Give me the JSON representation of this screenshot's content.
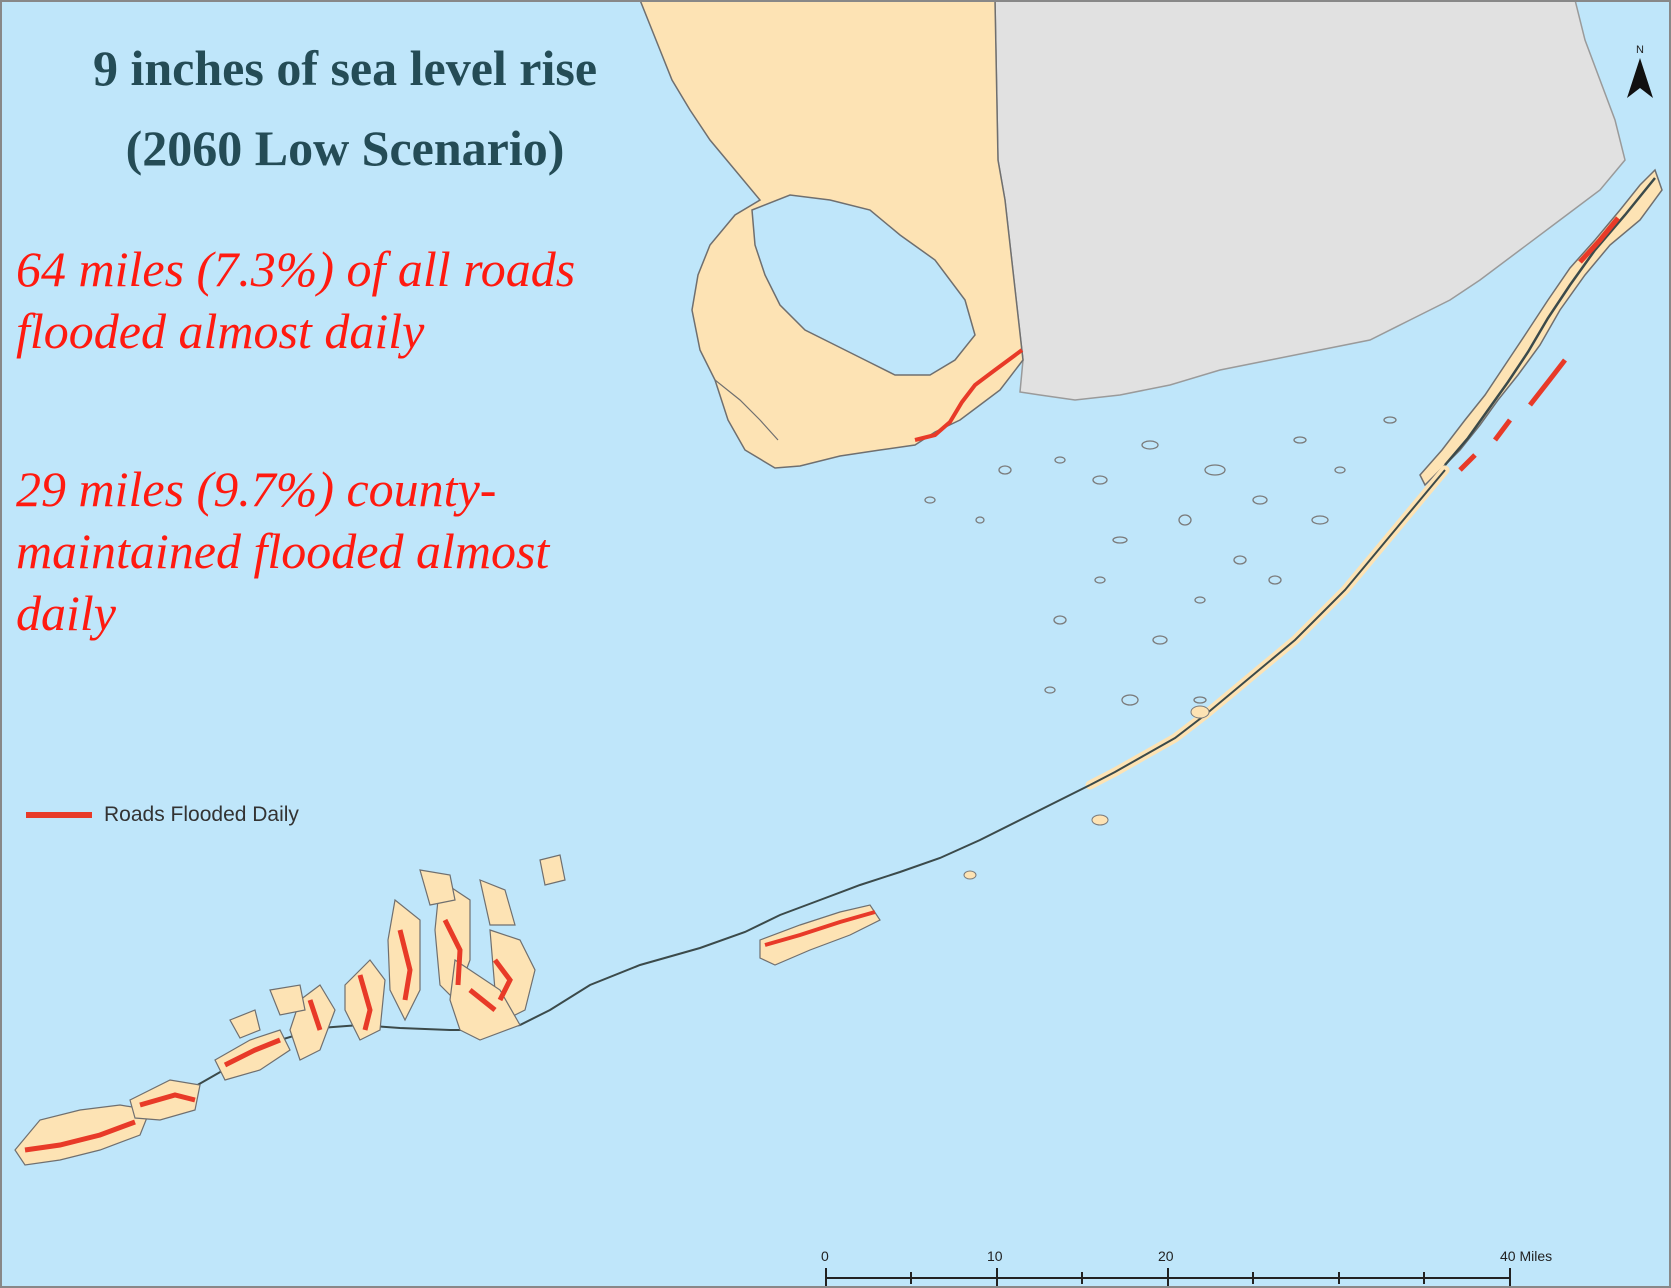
{
  "title": {
    "line1": "9 inches of  sea level rise",
    "line2": "(2060 Low Scenario)"
  },
  "stats": {
    "all_roads_line1": "64 miles (7.3%) of all roads",
    "all_roads_line2": "flooded almost daily",
    "county_line1": "29 miles (9.7%) county-",
    "county_line2": "maintained flooded almost",
    "county_line3": "daily"
  },
  "legend": {
    "label": "Roads Flooded Daily",
    "color": "#e83a28"
  },
  "north_arrow": {
    "label": "N",
    "icon": "north-arrow-icon"
  },
  "scale_bar": {
    "labels": [
      "0",
      "10",
      "20",
      "40 Miles"
    ]
  },
  "colors": {
    "water": "#bfe6fa",
    "land_monroe": "#fde3b4",
    "land_other": "#e1e1e1",
    "flooded_road": "#e83a28",
    "road": "#3b4a4a",
    "title": "#244c56",
    "stats_text": "#ff1a10"
  }
}
